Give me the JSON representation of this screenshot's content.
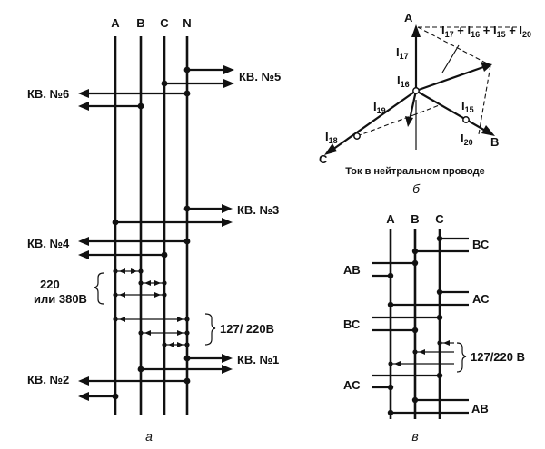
{
  "panel_a": {
    "phases": [
      "A",
      "B",
      "C",
      "N"
    ],
    "apartments": {
      "kv5": "КВ. №5",
      "kv6": "КВ. №6",
      "kv3": "КВ. №3",
      "kv4": "КВ. №4",
      "kv1": "КВ. №1",
      "kv2": "КВ. №2"
    },
    "voltage_left_line1": "220",
    "voltage_left_line2": "или 380В",
    "voltage_right": "127/ 220В",
    "caption": "а"
  },
  "panel_b": {
    "vertex_a": "A",
    "vertex_b": "B",
    "vertex_c": "C",
    "currents": {
      "i17": {
        "base": "I",
        "sub": "17"
      },
      "i16": {
        "base": "I",
        "sub": "16"
      },
      "i19": {
        "base": "I",
        "sub": "19"
      },
      "i18": {
        "base": "I",
        "sub": "18"
      },
      "i15": {
        "base": "I",
        "sub": "15"
      },
      "i20": {
        "base": "I",
        "sub": "20"
      }
    },
    "sum_formula": [
      {
        "base": "I",
        "sub": "17"
      },
      {
        "op": " + "
      },
      {
        "base": "I",
        "sub": "16"
      },
      {
        "op": " + "
      },
      {
        "base": "I",
        "sub": "15"
      },
      {
        "op": " + "
      },
      {
        "base": "I",
        "sub": "20"
      }
    ],
    "title": "Ток в нейтральном проводе",
    "caption": "б"
  },
  "panel_c": {
    "phases": [
      "A",
      "B",
      "C"
    ],
    "pairs": {
      "bc_top": "ВС",
      "ab_top": "АВ",
      "ac_right": "АС",
      "bc_mid": "ВС",
      "ac_left": "АС",
      "ab_bottom": "АВ"
    },
    "voltage": "127/220 В",
    "caption": "в"
  }
}
